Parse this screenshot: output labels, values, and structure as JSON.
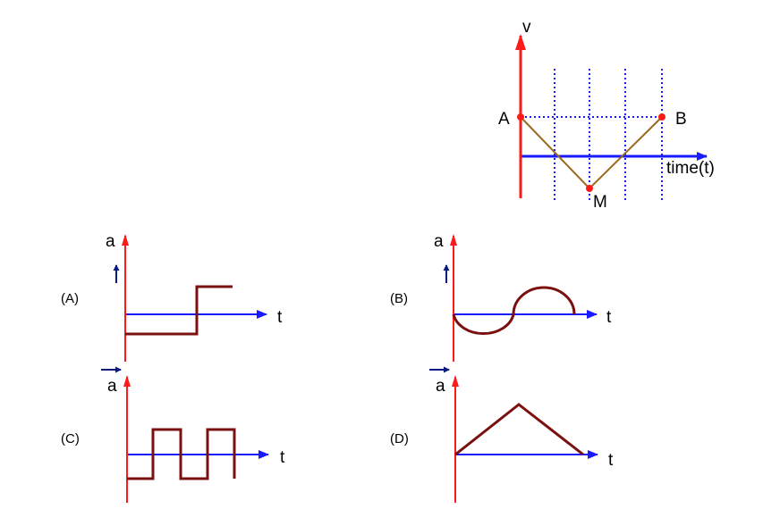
{
  "velocity_graph": {
    "v_axis_label": "v",
    "time_axis_label": "time(t)",
    "point_a": "A",
    "point_b": "B",
    "point_m": "M"
  },
  "options": [
    {
      "label": "(A)",
      "y_axis": "a",
      "x_axis": "t",
      "shape": "step-negative-then-positive"
    },
    {
      "label": "(B)",
      "y_axis": "a",
      "x_axis": "t",
      "shape": "negative-then-positive-semicircles"
    },
    {
      "label": "(C)",
      "y_axis": "a",
      "x_axis": "t",
      "shape": "square-wave"
    },
    {
      "label": "(D)",
      "y_axis": "a",
      "x_axis": "t",
      "shape": "triangle"
    }
  ],
  "colors": {
    "y_axis": "#ff1a1a",
    "x_axis": "#1a1aff",
    "curve": "#7a1010",
    "v_curve": "#9a6a20",
    "vector_arrow": "#0a1a80"
  }
}
